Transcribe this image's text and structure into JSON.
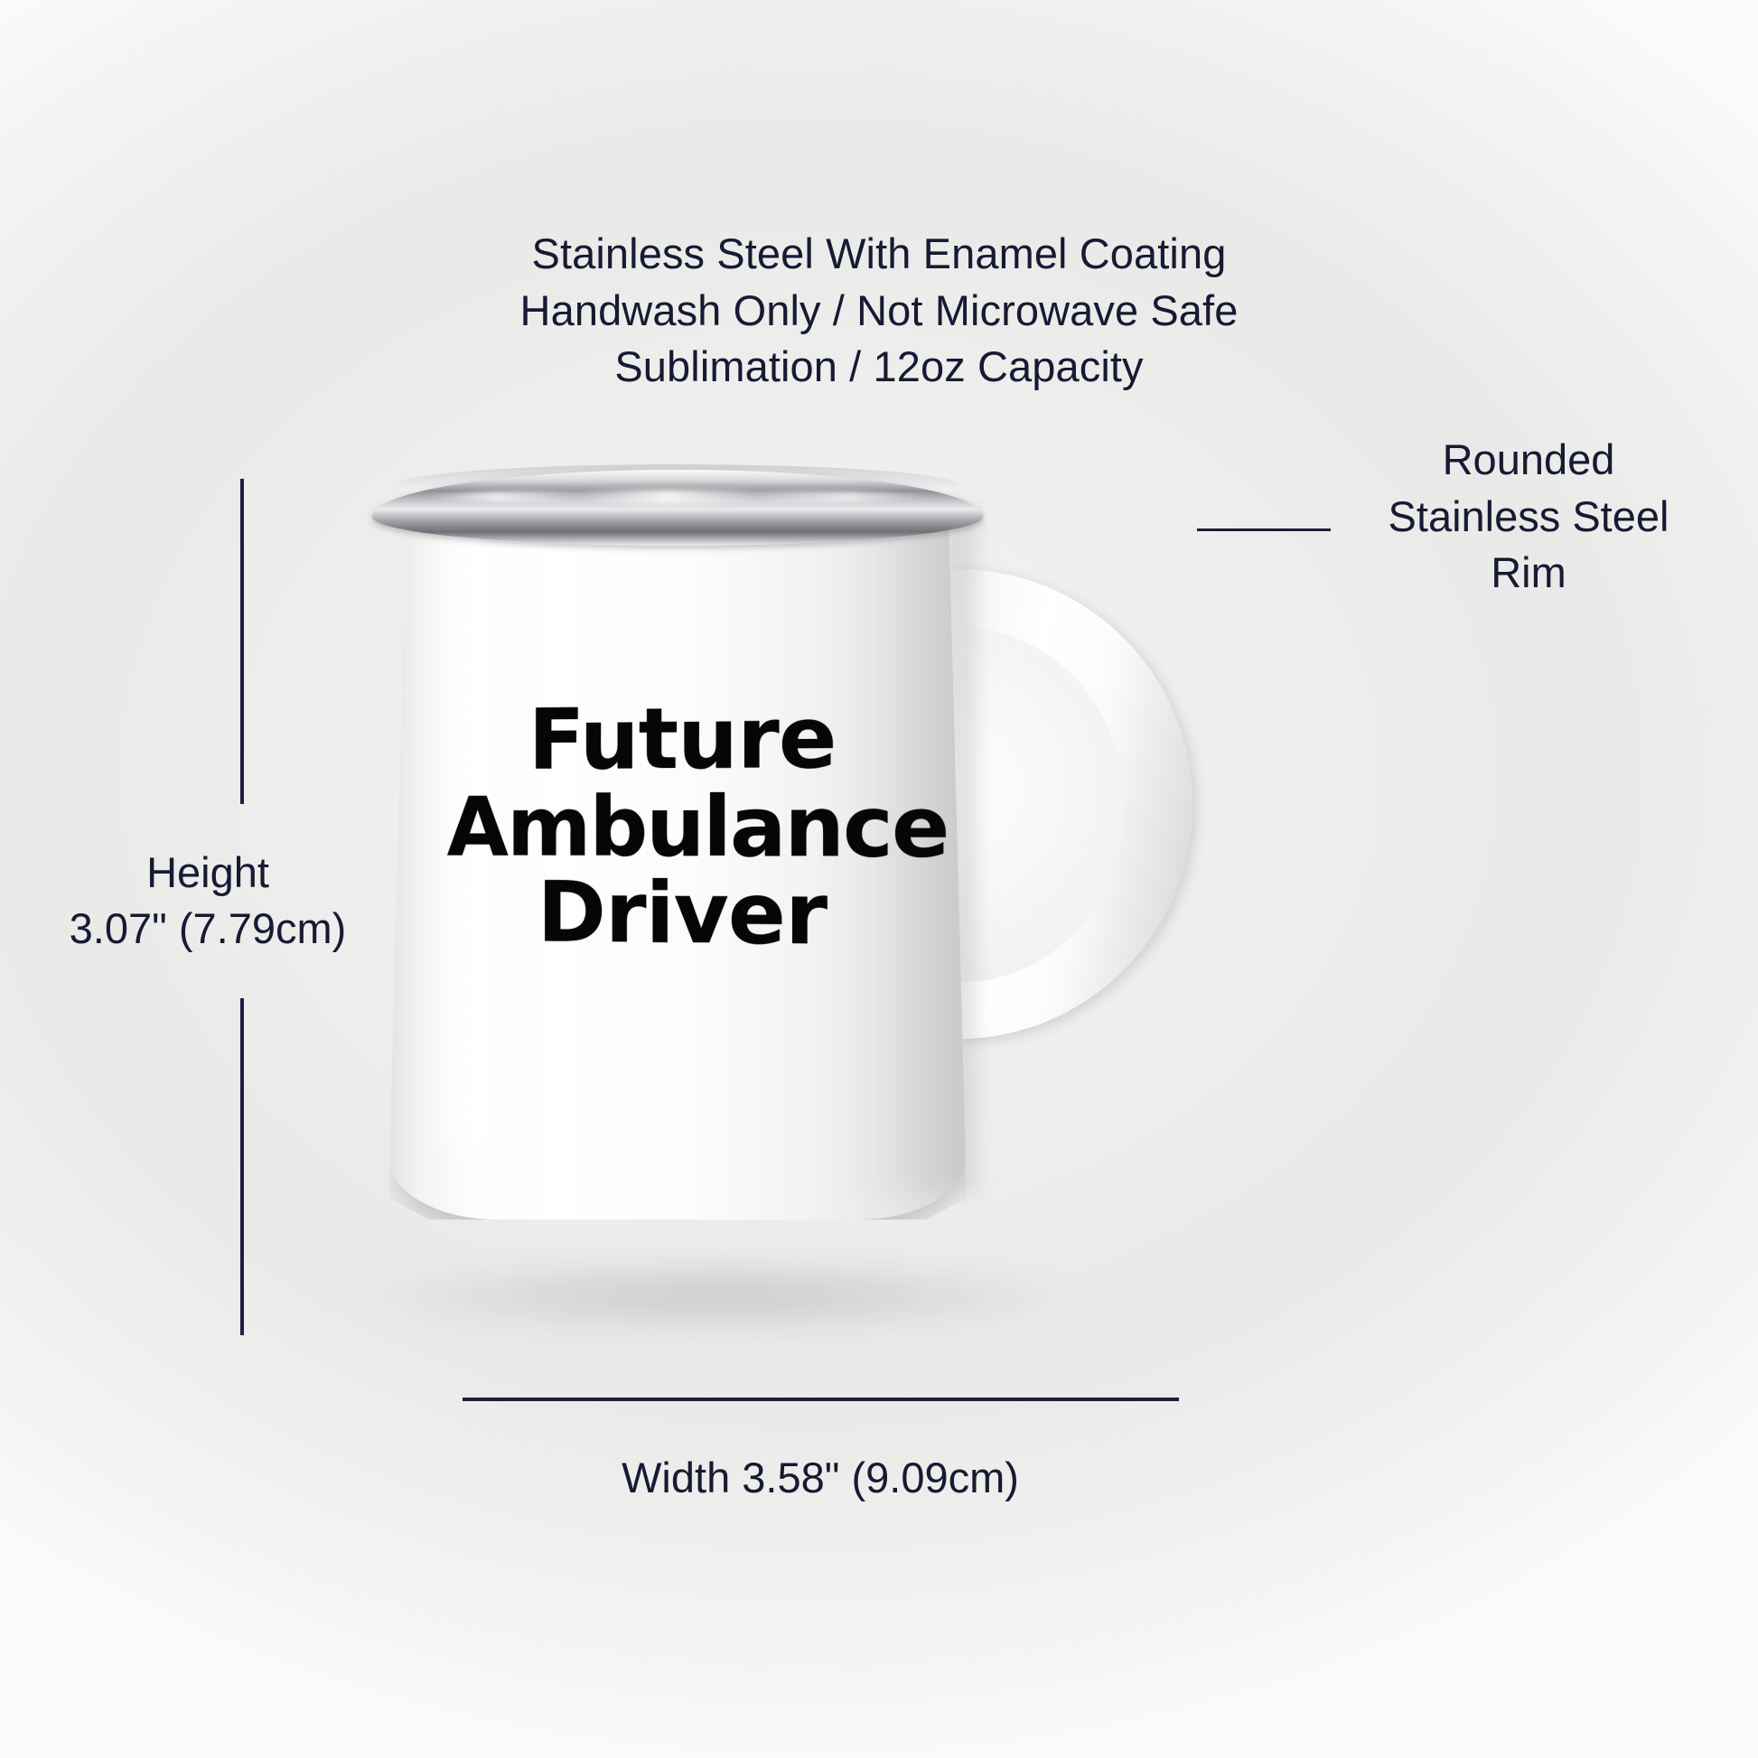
{
  "specs": {
    "lines": [
      "Stainless Steel With Enamel Coating",
      "Handwash Only / Not Microwave Safe",
      "Sublimation / 12oz Capacity"
    ]
  },
  "rim_callout": {
    "lines": [
      "Rounded",
      "Stainless Steel",
      "Rim"
    ]
  },
  "height_label": {
    "title": "Height",
    "value": "3.07\" (7.79cm)"
  },
  "width_label": {
    "value": "Width 3.58\" (9.09cm)"
  },
  "mug_print": {
    "line1": "Future",
    "line2": "Ambulance",
    "line3": "Driver"
  },
  "colors": {
    "background": "#eeeeec",
    "annotation_text": "#161a33",
    "rule": "#1b1f3b",
    "print_text": "#060606",
    "enamel_white": "#ffffff",
    "steel_rim": "#8f9196"
  }
}
